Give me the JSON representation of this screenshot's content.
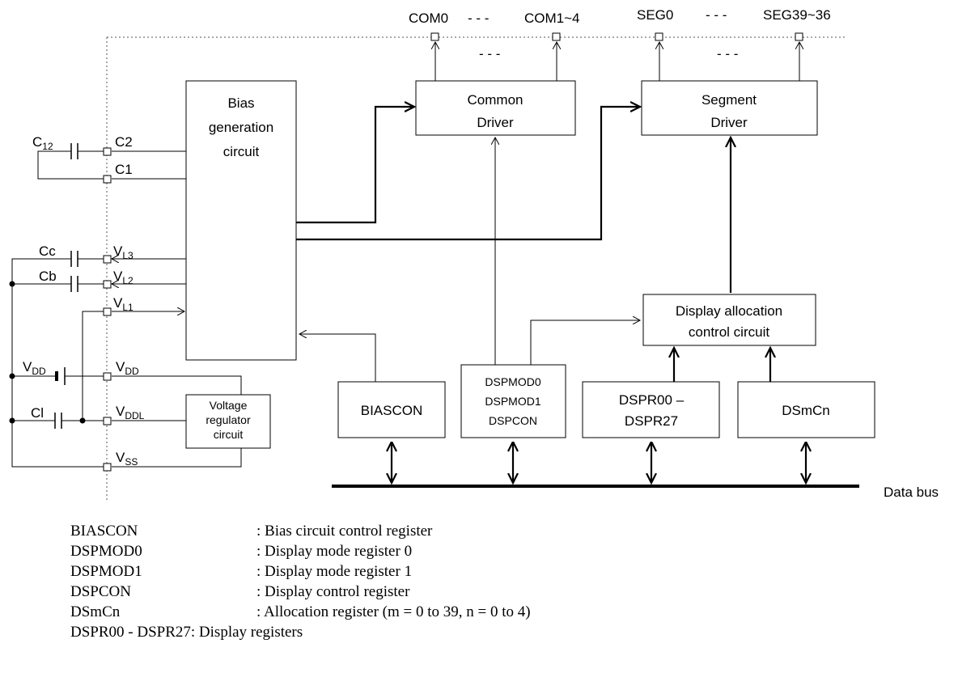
{
  "pins_top": {
    "com0": "COM0",
    "com_dash": "- - -",
    "com_last": "COM1~4",
    "seg0": "SEG0",
    "seg_dash": "- - -",
    "seg_last": "SEG39~36",
    "mid_dash_common": "- - -",
    "mid_dash_segment": "- - -"
  },
  "blocks": {
    "bias_line1": "Bias",
    "bias_line2": "generation",
    "bias_line3": "circuit",
    "common_line1": "Common",
    "common_line2": "Driver",
    "segment_line1": "Segment",
    "segment_line2": "Driver",
    "alloc_line1": "Display allocation",
    "alloc_line2": "control circuit",
    "biascon": "BIASCON",
    "dspmod0": "DSPMOD0",
    "dspmod1": "DSPMOD1",
    "dspcon": "DSPCON",
    "dspr_line1": "DSPR00 –",
    "dspr_line2": "DSPR27",
    "dsmcn": "DSmCn",
    "vreg_line1": "Voltage",
    "vreg_line2": "regulator",
    "vreg_line3": "circuit"
  },
  "pins_left": {
    "c2": "C2",
    "c1": "C1",
    "vl3_main": "V",
    "vl3_sub": "L3",
    "vl2_main": "V",
    "vl2_sub": "L2",
    "vl1_main": "V",
    "vl1_sub": "L1",
    "vdd_main": "V",
    "vdd_sub": "DD",
    "vddl_main": "V",
    "vddl_sub": "DDL",
    "vss_main": "V",
    "vss_sub": "SS"
  },
  "components": {
    "c12_main": "C",
    "c12_sub": "12",
    "cc": "Cc",
    "cb": "Cb",
    "vdd_src_main": "V",
    "vdd_src_sub": "DD",
    "cl": "Cl"
  },
  "bus_label": "Data bus",
  "legend": [
    {
      "term": "BIASCON",
      "desc": ": Bias circuit control register"
    },
    {
      "term": "DSPMOD0",
      "desc": ": Display mode register 0"
    },
    {
      "term": "DSPMOD1",
      "desc": ": Display mode register 1"
    },
    {
      "term": "DSPCON",
      "desc": ": Display control register"
    },
    {
      "term": "DSmCn",
      "desc": ": Allocation register (m = 0 to 39, n = 0 to 4)"
    },
    {
      "term": "DSPR00 - DSPR27",
      "desc": ": Display registers"
    }
  ]
}
